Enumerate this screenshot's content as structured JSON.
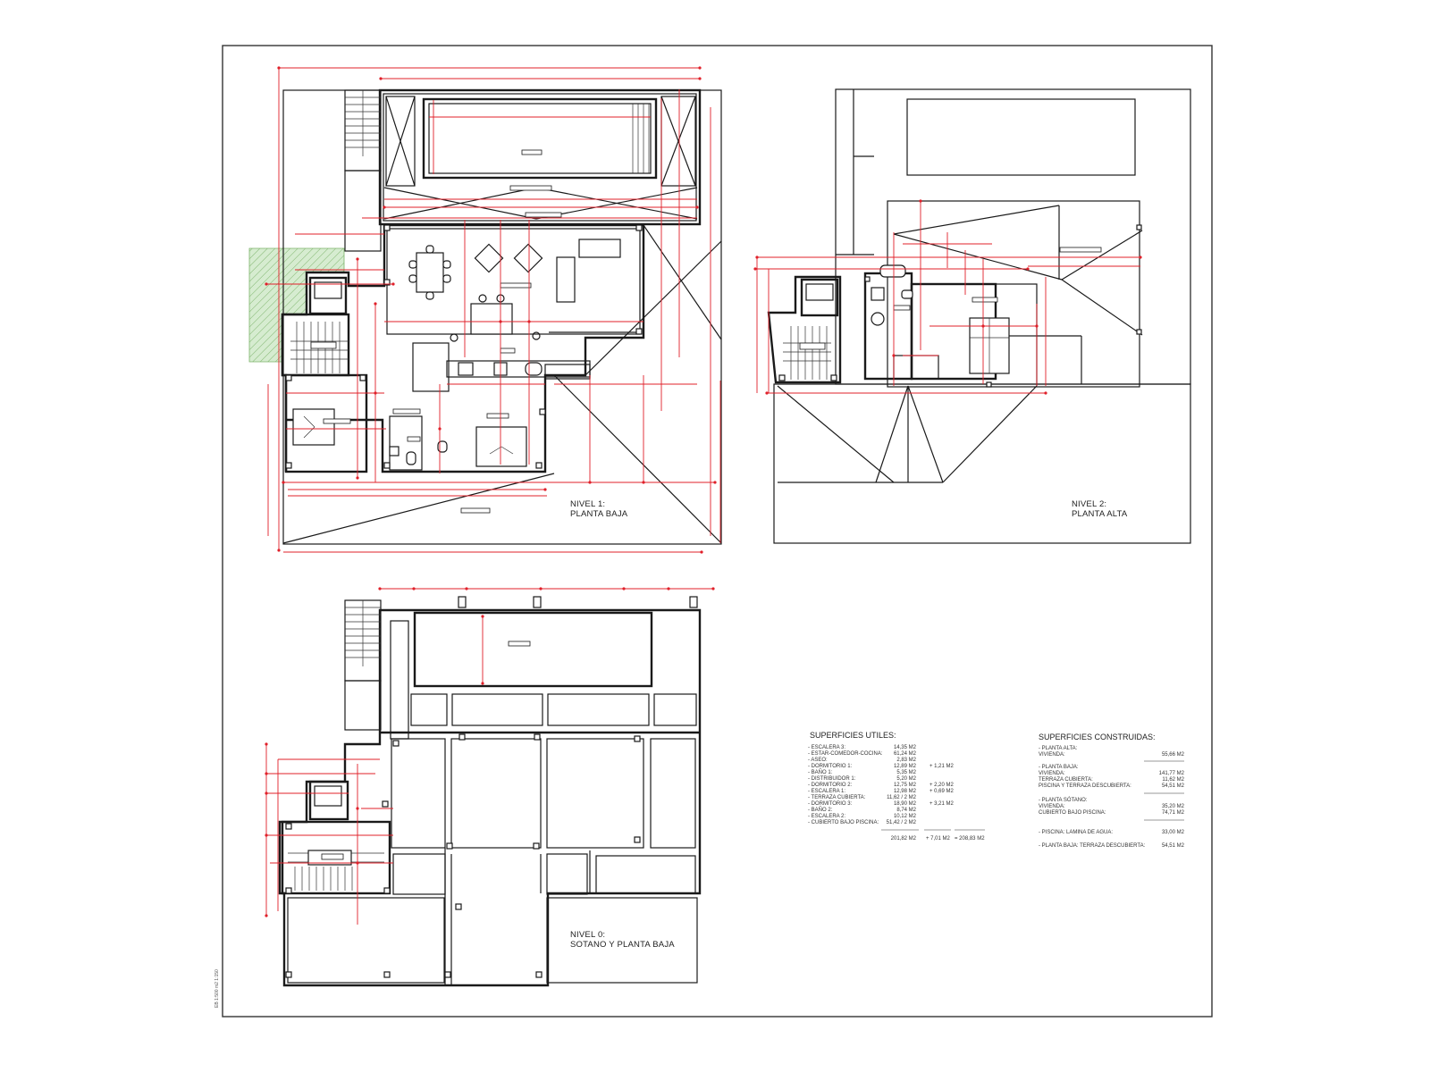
{
  "sheet": {
    "margin_note": "EB 1:500 m2 1:150",
    "colors": {
      "walls": "#1a1a1a",
      "dimensions": "#e0202a",
      "hatch_fill": "#cfe8c8",
      "hatch_line": "#7cb36a",
      "background": "#ffffff"
    }
  },
  "plans": {
    "nivel1": {
      "title_line1": "NIVEL 1:",
      "title_line2": "PLANTA BAJA"
    },
    "nivel2": {
      "title_line1": "NIVEL 2:",
      "title_line2": "PLANTA ALTA"
    },
    "nivel0": {
      "title_line1": "NIVEL 0:",
      "title_line2": "SOTANO Y PLANTA BAJA"
    }
  },
  "superficies_utiles": {
    "title": "SUPERFICIES UTILES:",
    "rows": [
      {
        "label": "- ESCALERA 3:",
        "value": "14,35 M2",
        "extra": ""
      },
      {
        "label": "- ESTAR-COMEDOR-COCINA:",
        "value": "61,24 M2",
        "extra": ""
      },
      {
        "label": "- ASEO:",
        "value": "2,83 M2",
        "extra": ""
      },
      {
        "label": "- DORMITORIO 1:",
        "value": "12,89 M2",
        "extra": "+ 1,21 M2"
      },
      {
        "label": "- BAÑO 1:",
        "value": "5,35 M2",
        "extra": ""
      },
      {
        "label": "- DISTRIBUIDOR 1:",
        "value": "5,20 M2",
        "extra": ""
      },
      {
        "label": "- DORMITORIO 2:",
        "value": "12,75 M2",
        "extra": "+ 2,20 M2"
      },
      {
        "label": "- ESCALERA 1:",
        "value": "12,98 M2",
        "extra": "+ 0,69 M2"
      },
      {
        "label": "- TERRAZA CUBIERTA:",
        "value": "11,62 / 2 M2",
        "extra": ""
      },
      {
        "label": "- DORMITORIO 3:",
        "value": "18,90 M2",
        "extra": "+ 3,21 M2"
      },
      {
        "label": "- BAÑO 2:",
        "value": "8,74 M2",
        "extra": ""
      },
      {
        "label": "- ESCALERA 2:",
        "value": "10,12 M2",
        "extra": ""
      },
      {
        "label": "- CUBIERTO BAJO PISCINA:",
        "value": "51,42 / 2 M2",
        "extra": ""
      }
    ],
    "totals": {
      "sum": "201,82 M2",
      "extra": "+ 7,01 M2",
      "total": "= 208,83 M2"
    }
  },
  "superficies_construidas": {
    "title": "SUPERFICIES CONSTRUIDAS:",
    "groups": [
      {
        "heading": "- PLANTA ALTA:",
        "rows": [
          {
            "label": "VIVIENDA:",
            "value": "55,66 M2"
          }
        ]
      },
      {
        "heading": "- PLANTA BAJA:",
        "rows": [
          {
            "label": "VIVIENDA:",
            "value": "141,77 M2"
          },
          {
            "label": "TERRAZA CUBIERTA:",
            "value": "11,62 M2"
          },
          {
            "label": "PISCINA Y TERRAZA DESCUBIERTA:",
            "value": "54,51 M2"
          }
        ]
      },
      {
        "heading": "- PLANTA SÓTANO:",
        "rows": [
          {
            "label": "VIVIENDA:",
            "value": "35,20 M2"
          },
          {
            "label": "CUBIERTO BAJO PISCINA:",
            "value": "74,71 M2"
          }
        ]
      },
      {
        "heading": "- PISCINA: LAMINA DE AGUA:",
        "rows": [
          {
            "label": "",
            "value": "33,00 M2"
          }
        ]
      },
      {
        "heading": "- PLANTA BAJA: TERRAZA DESCUBIERTA:",
        "rows": [
          {
            "label": "",
            "value": "54,51 M2"
          }
        ]
      }
    ]
  }
}
